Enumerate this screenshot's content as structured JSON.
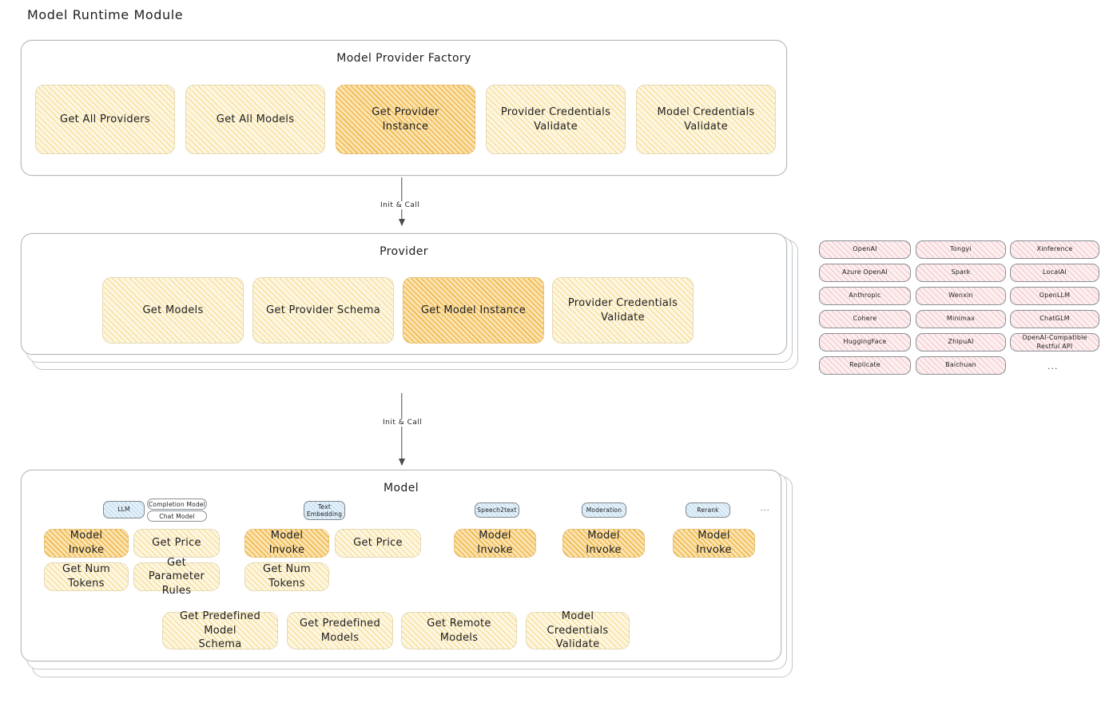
{
  "page": {
    "title": "Model Runtime Module"
  },
  "factory": {
    "title": "Model Provider Factory",
    "cards": [
      {
        "label": "Get All Providers",
        "style": "yellow"
      },
      {
        "label": "Get All Models",
        "style": "yellow"
      },
      {
        "label": "Get Provider\nInstance",
        "style": "orange"
      },
      {
        "label": "Provider Credentials\nValidate",
        "style": "yellow"
      },
      {
        "label": "Model Credentials\nValidate",
        "style": "yellow"
      }
    ]
  },
  "arrows": [
    {
      "label": "Init & Call"
    },
    {
      "label": "Init & Call"
    }
  ],
  "provider": {
    "title": "Provider",
    "cards": [
      {
        "label": "Get Models",
        "style": "yellow"
      },
      {
        "label": "Get Provider Schema",
        "style": "yellow"
      },
      {
        "label": "Get Model Instance",
        "style": "orange"
      },
      {
        "label": "Provider Credentials\nValidate",
        "style": "yellow"
      }
    ]
  },
  "provider_list": {
    "columns": [
      [
        "OpenAI",
        "Azure OpenAI",
        "Anthropic",
        "Cohere",
        "HuggingFace",
        "Replicate"
      ],
      [
        "Tongyi",
        "Spark",
        "Wenxin",
        "Minimax",
        "ZhipuAI",
        "Baichuan"
      ],
      [
        "Xinference",
        "LocalAI",
        "OpenLLM",
        "ChatGLM",
        "OpenAI-Compatible Restful API"
      ]
    ],
    "more": "..."
  },
  "model": {
    "title": "Model",
    "more": "...",
    "types": [
      {
        "badge": "LLM",
        "tags": [
          "Completion Model",
          "Chat Model"
        ],
        "cards": [
          {
            "label": "Model Invoke",
            "style": "orange"
          },
          {
            "label": "Get Price",
            "style": "yellow"
          },
          {
            "label": "Get Num Tokens",
            "style": "yellow"
          },
          {
            "label": "Get Parameter\nRules",
            "style": "yellow"
          }
        ]
      },
      {
        "badge": "Text\nEmbedding",
        "tags": [],
        "cards": [
          {
            "label": "Model Invoke",
            "style": "orange"
          },
          {
            "label": "Get Price",
            "style": "yellow"
          },
          {
            "label": "Get Num Tokens",
            "style": "yellow"
          }
        ]
      },
      {
        "badge": "Speech2text",
        "tags": [],
        "cards": [
          {
            "label": "Model Invoke",
            "style": "orange"
          }
        ]
      },
      {
        "badge": "Moderation",
        "tags": [],
        "cards": [
          {
            "label": "Model Invoke",
            "style": "orange"
          }
        ]
      },
      {
        "badge": "Rerank",
        "tags": [],
        "cards": [
          {
            "label": "Model Invoke",
            "style": "orange"
          }
        ]
      }
    ],
    "shared_cards": [
      {
        "label": "Get Predefined Model\nSchema",
        "style": "yellow"
      },
      {
        "label": "Get Predefined\nModels",
        "style": "yellow"
      },
      {
        "label": "Get Remote Models",
        "style": "yellow"
      },
      {
        "label": "Model Credentials\nValidate",
        "style": "yellow"
      }
    ]
  },
  "colors": {
    "yellow_fill": "#fdf6e0",
    "orange_fill": "#fbe4b4",
    "pink_fill": "#fdeff0",
    "blue_fill": "#e5f1f9",
    "ink": "#1e1e1e"
  }
}
